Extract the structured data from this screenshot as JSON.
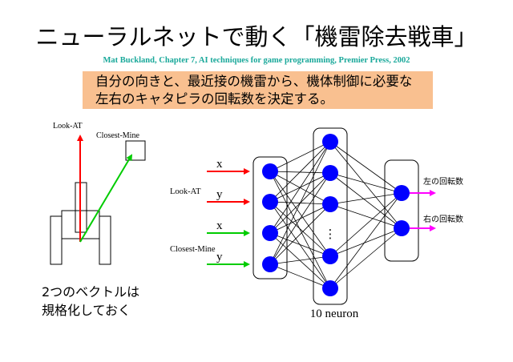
{
  "slide": {
    "title": "ニューラルネットで動く「機雷除去戦車」",
    "citation": "Mat Buckland, Chapter 7, AI techniques for game programming, Premier Press, 2002",
    "description": {
      "line1": "自分の向きと、最近接の機雷から、機体制御に必要な",
      "line2": "左右のキャタピラの回転数を決定する。"
    },
    "tank_labels": {
      "look_at": "Look-AT",
      "closest_mine": "Closest-Mine"
    },
    "note": {
      "line1": "2つのベクトルは",
      "line2": "規格化しておく"
    },
    "network": {
      "inputs": [
        {
          "label": "x",
          "color": "#ff0000"
        },
        {
          "label": "y",
          "color": "#ff0000"
        },
        {
          "label": "x",
          "color": "#00cc00"
        },
        {
          "label": "y",
          "color": "#00cc00"
        }
      ],
      "input_group_labels": [
        "Look-AT",
        "Closest-Mine"
      ],
      "hidden_ellipsis": "⋮",
      "hidden_label": "10 neuron",
      "outputs": [
        "左の回転数",
        "右の回転数"
      ],
      "colors": {
        "neuron": "#0000ff",
        "output_arrow": "#ff00ff",
        "look_at_vector": "#ff0000",
        "closest_mine_vector": "#00cc00"
      }
    }
  }
}
